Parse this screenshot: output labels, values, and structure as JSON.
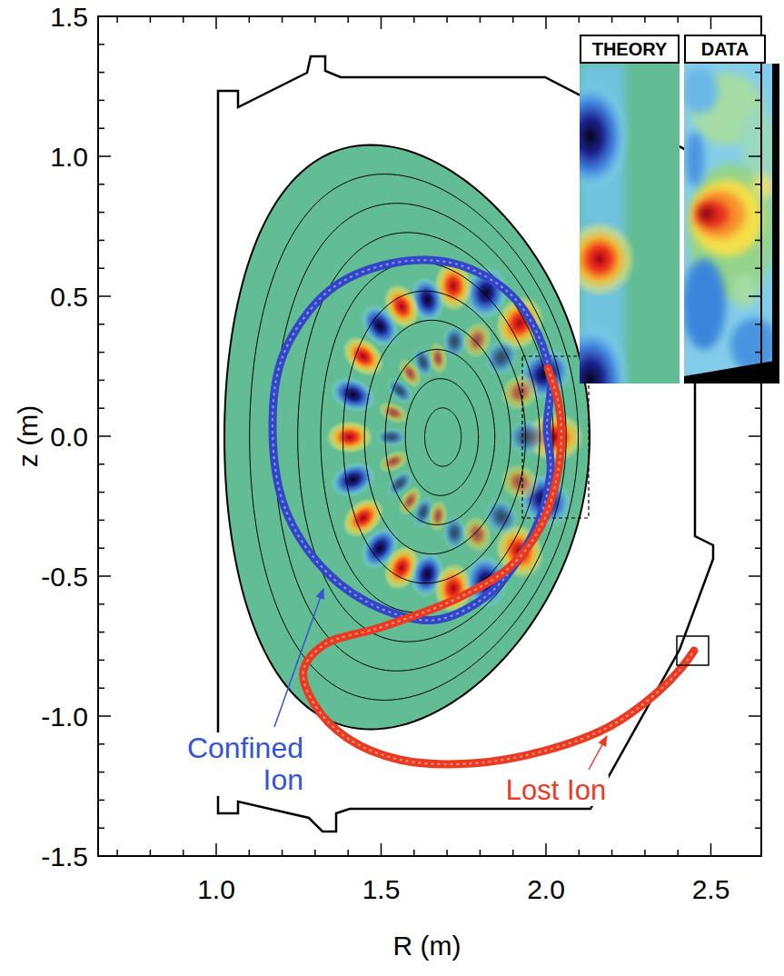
{
  "diagram": {
    "nodes": [
      {
        "text": [
          "THEORY"
        ]
      },
      {
        "text": [
          "DATA"
        ]
      }
    ],
    "labels": [
      "1.5",
      "1.0",
      "0.5",
      "0.0",
      "-0.5",
      "-1.0",
      "-1.5",
      "z (m)",
      "1.0",
      "1.5",
      "2.0",
      "2.5",
      "R (m)",
      "Confined Ion",
      "Lost Ion"
    ]
  }
}
